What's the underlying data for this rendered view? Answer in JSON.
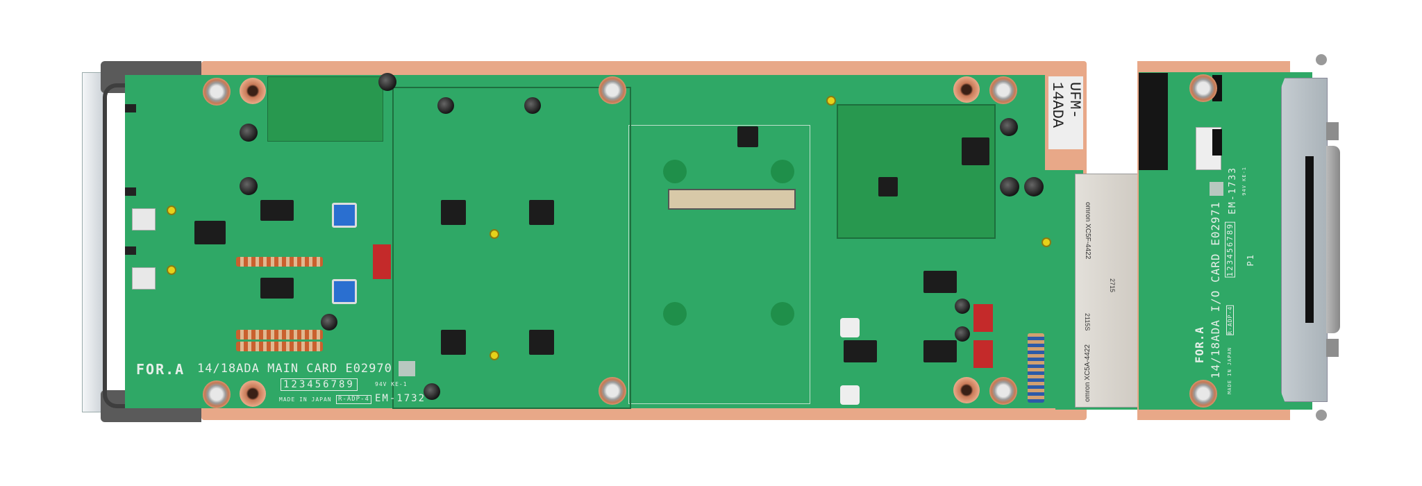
{
  "main_card": {
    "brand": "FOR.A",
    "title": "14/18ADA MAIN CARD E02970",
    "revision_boxes": "123456789",
    "made_in": "MADE IN JAPAN",
    "adp_code": "R-ADP-4",
    "em_code": "EM-1732",
    "ul_mark": "94V KE-1"
  },
  "module_label": "UFM-14ADA",
  "connectors": {
    "upper": "omron XC5F-4422",
    "lower": "omron XC5A-4422",
    "code1": "2715",
    "code2": "2115S"
  },
  "io_card": {
    "brand": "FOR.A",
    "title": "14/18ADA I/O CARD E02971",
    "revision_boxes": "123456789",
    "made_in": "MADE IN JAPAN",
    "adp_code": "R-ADP-4",
    "em_code": "EM-1733",
    "ul_mark": "94V KE-1",
    "connector_ref": "P1"
  },
  "colors": {
    "pcb": "#2fa866",
    "copper": "#e8a888",
    "metal": "#b9c1c6"
  }
}
